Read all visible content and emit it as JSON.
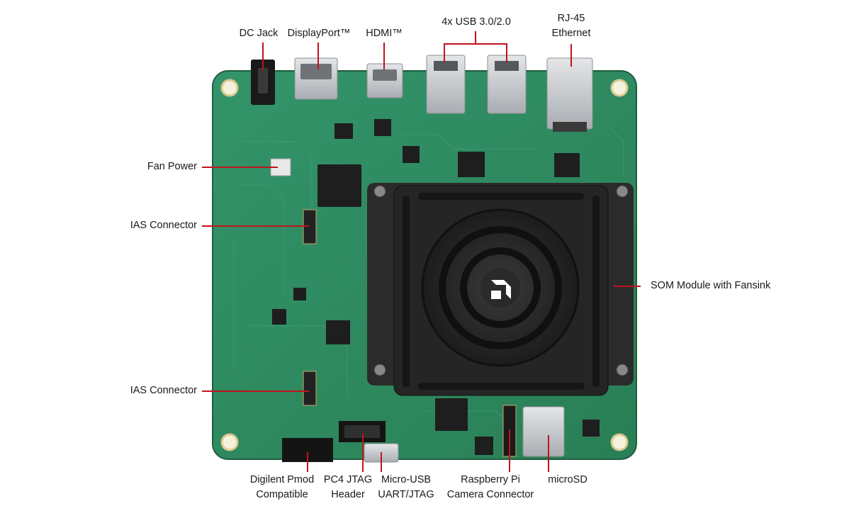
{
  "labels": {
    "dc_jack": "DC Jack",
    "displayport": "DisplayPort™",
    "hdmi": "HDMI™",
    "usb_ports": "4x USB 3.0/2.0",
    "ethernet_line1": "RJ-45",
    "ethernet_line2": "Ethernet",
    "fan_power": "Fan Power",
    "ias_connector_top": "IAS Connector",
    "ias_connector_bottom": "IAS Connector",
    "som_module": "SOM Module with Fansink",
    "pmod_line1": "Digilent Pmod",
    "pmod_line2": "Compatible",
    "jtag_line1": "PC4 JTAG",
    "jtag_line2": "Header",
    "microusb_line1": "Micro-USB",
    "microusb_line2": "UART/JTAG",
    "rpi_line1": "Raspberry Pi",
    "rpi_line2": "Camera Connector",
    "microsd": "microSD"
  },
  "colors": {
    "leader_line": "#c0141c",
    "pcb": "#2f8a5c",
    "pcb_dark": "#236b47",
    "heatsink": "#2a2a2a",
    "metal": "#c9ccd0",
    "logo": "#ffffff"
  }
}
